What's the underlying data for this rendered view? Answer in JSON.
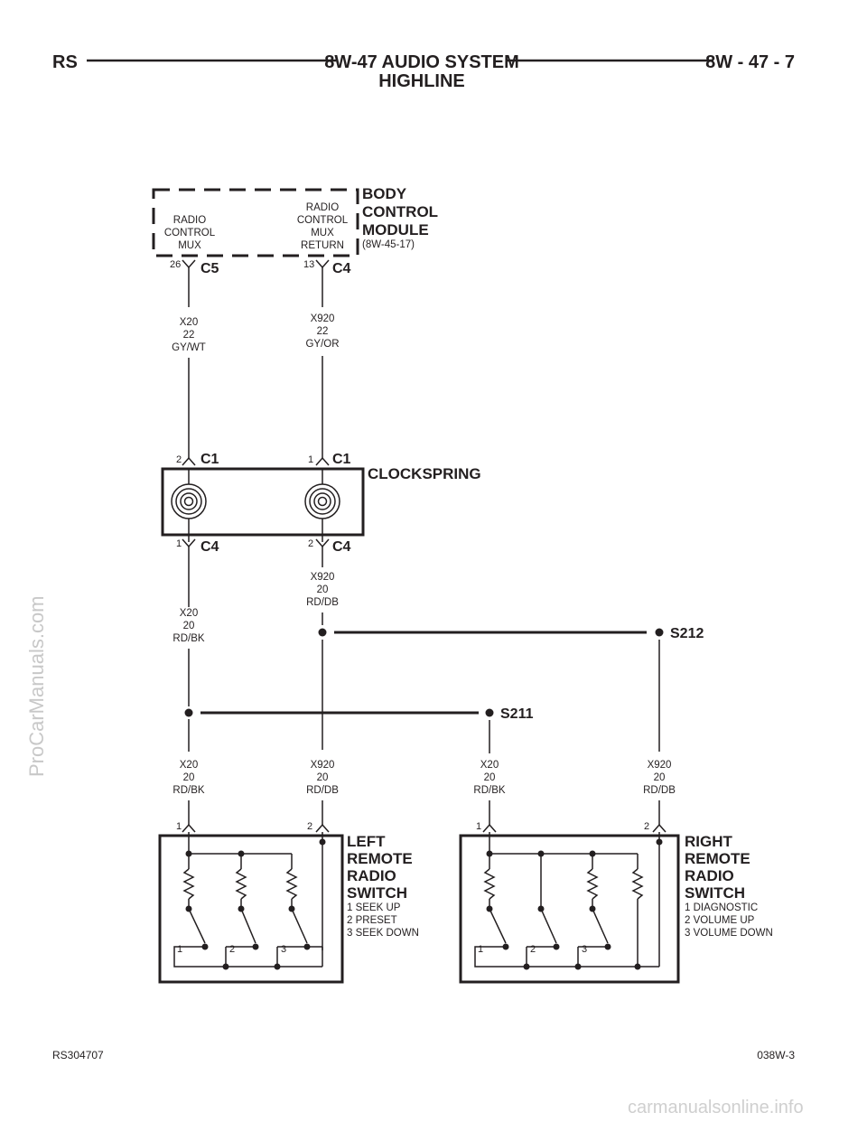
{
  "header": {
    "left": "RS",
    "title_line1": "8W-47 AUDIO SYSTEM",
    "title_line2": "HIGHLINE",
    "right": "8W - 47 - 7"
  },
  "body_control_module": {
    "name_lines": [
      "BODY",
      "CONTROL",
      "MODULE"
    ],
    "ref": "(8W-45-17)",
    "circuit1_lines": [
      "RADIO",
      "CONTROL",
      "MUX"
    ],
    "circuit2_lines": [
      "RADIO",
      "CONTROL",
      "MUX",
      "RETURN"
    ],
    "pin1": "26",
    "conn1": "C5",
    "pin2": "13",
    "conn2": "C4"
  },
  "wires_upper": {
    "left": [
      "X20",
      "22",
      "GY/WT"
    ],
    "right": [
      "X920",
      "22",
      "GY/OR"
    ]
  },
  "clockspring": {
    "name": "CLOCKSPRING",
    "top_left_pin": "2",
    "top_left_conn": "C1",
    "top_right_pin": "1",
    "top_right_conn": "C1",
    "bottom_left_pin": "1",
    "bottom_left_conn": "C4",
    "bottom_right_pin": "2",
    "bottom_right_conn": "C4"
  },
  "wires_mid": {
    "left": [
      "X20",
      "20",
      "RD/BK"
    ],
    "right": [
      "X920",
      "20",
      "RD/DB"
    ]
  },
  "splices": {
    "s212": "S212",
    "s211": "S211"
  },
  "wires_lower": {
    "w1": [
      "X20",
      "20",
      "RD/BK"
    ],
    "w2": [
      "X920",
      "20",
      "RD/DB"
    ],
    "w3": [
      "X20",
      "20",
      "RD/BK"
    ],
    "w4": [
      "X920",
      "20",
      "RD/DB"
    ]
  },
  "left_switch": {
    "name_lines": [
      "LEFT",
      "REMOTE",
      "RADIO",
      "SWITCH"
    ],
    "legend": [
      "1 SEEK UP",
      "2 PRESET",
      "3 SEEK DOWN"
    ],
    "pin1": "1",
    "pin2": "2",
    "switch_numbers": [
      "1",
      "2",
      "3"
    ]
  },
  "right_switch": {
    "name_lines": [
      "RIGHT",
      "REMOTE",
      "RADIO",
      "SWITCH"
    ],
    "legend": [
      "1 DIAGNOSTIC",
      "2 VOLUME UP",
      "3 VOLUME DOWN"
    ],
    "pin1": "1",
    "pin2": "2",
    "switch_numbers": [
      "1",
      "2",
      "3"
    ]
  },
  "footer": {
    "left": "RS304707",
    "right": "038W-3"
  },
  "watermarks": {
    "side": "ProCarManuals.com",
    "bottom": "carmanualsonline.info"
  }
}
